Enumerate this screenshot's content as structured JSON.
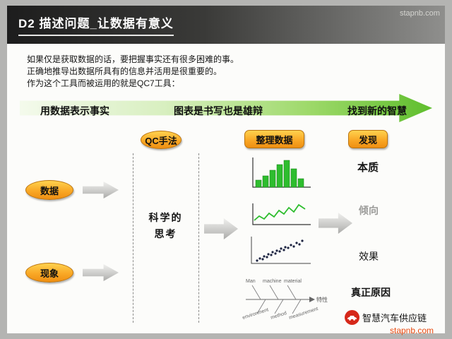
{
  "page": {
    "title": "D2 描述问题_让数据有意义",
    "watermark_top": "stapnb.com",
    "watermark_bottom": {
      "brand": "智慧汽车供应链",
      "site": "stapnb.com"
    }
  },
  "intro": {
    "line1": "如果仅是获取数据的话，要把握事实还有很多困难的事。",
    "line2": "正确地推导出数据所具有的信息并活用是很重要的。",
    "line3": "作为这个工具而被运用的就是QC7工具："
  },
  "banner": {
    "left": "用数据表示事实",
    "center": "图表是书写也是雄辩",
    "right": "找到新的智慧"
  },
  "badges": {
    "qc": "QC手法",
    "organize": "整理数据",
    "discover": "发现"
  },
  "flow": {
    "input1": "数据",
    "input2": "现象",
    "method_line1": "科学的",
    "method_line2": "思考"
  },
  "outputs": {
    "essence": "本质",
    "trend": "倾向",
    "effect": "效果",
    "root_cause": "真正原因"
  },
  "fishbone": {
    "top": [
      "Man",
      "machine",
      "material"
    ],
    "bottom": [
      "environment",
      "method",
      "measurement"
    ],
    "head": "特性"
  },
  "icons": {
    "bar_chart": "bar-chart-icon",
    "line_chart": "line-chart-icon",
    "scatter_chart": "scatter-chart-icon",
    "fishbone_chart": "fishbone-diagram-icon",
    "logo": "red-circle-car-logo"
  },
  "colors": {
    "banner_green": "#5fbe2d",
    "badge_orange": "#f9a826",
    "chart_green": "#2ebd2e",
    "logo_red": "#d6281a",
    "header_dark": "#1d1d1d"
  }
}
